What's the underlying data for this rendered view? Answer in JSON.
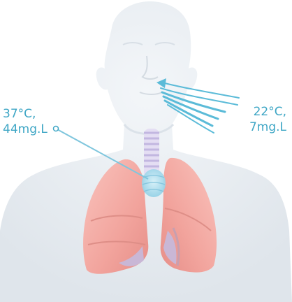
{
  "inhaled": {
    "temperature": "22°C,",
    "humidity": "7mg.L"
  },
  "alveolar": {
    "temperature": "37°C,",
    "humidity": "44mg.L"
  },
  "colors": {
    "annotation": "#3ea6c5",
    "airflow": "#5bbbd8",
    "body_silhouette": "#e7ecf1",
    "lungs": "#f4a6a0",
    "trachea": "#cfc6e8",
    "bronchi_highlight": "#9fd7ea"
  },
  "icons": [
    "body-silhouette",
    "lungs-illustration",
    "trachea-illustration",
    "airflow-arrows",
    "pointer-line"
  ]
}
